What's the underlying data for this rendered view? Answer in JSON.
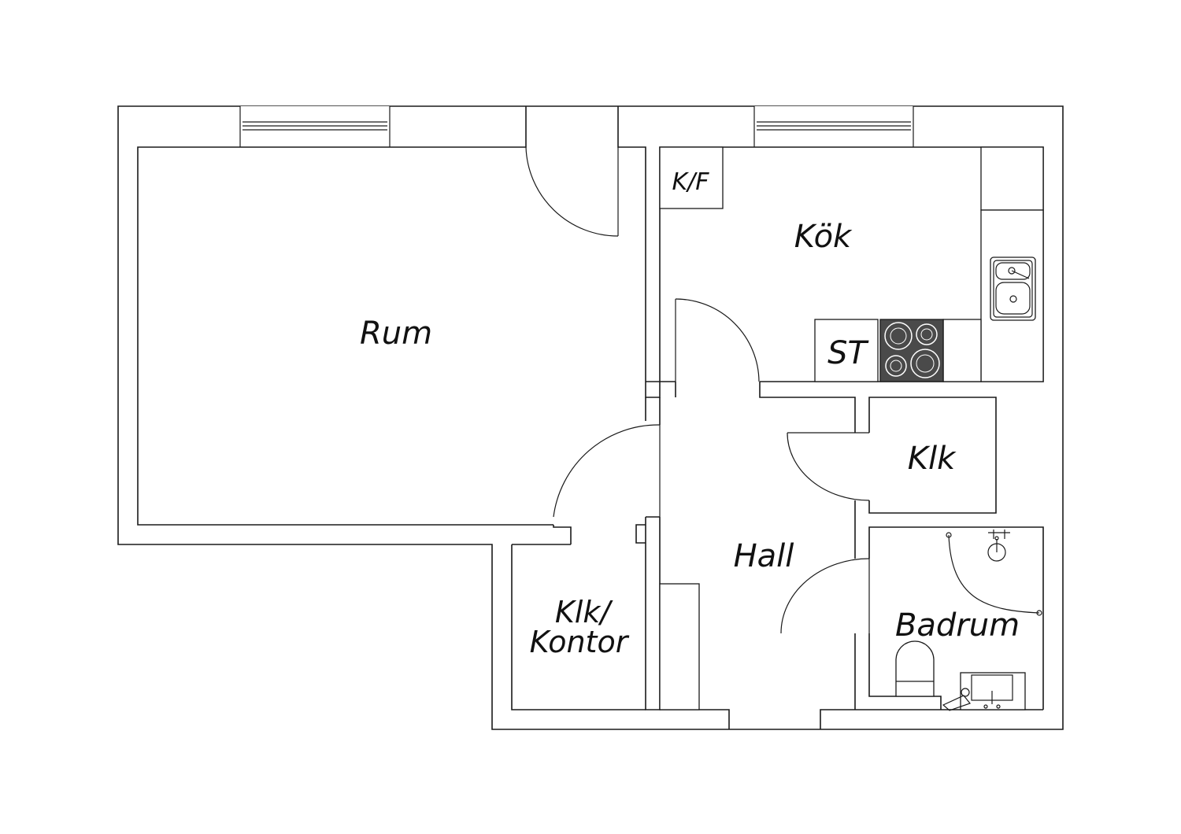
{
  "rooms": {
    "rum": "Rum",
    "kok": "Kök",
    "kf": "K/F",
    "st": "ST",
    "klk": "Klk",
    "hall": "Hall",
    "badrum": "Badrum",
    "klk_kontor_line1": "Klk/",
    "klk_kontor_line2": "Kontor"
  },
  "colors": {
    "line": "#1a1a1a",
    "stove": "#4a4a4a",
    "background": "#ffffff"
  }
}
